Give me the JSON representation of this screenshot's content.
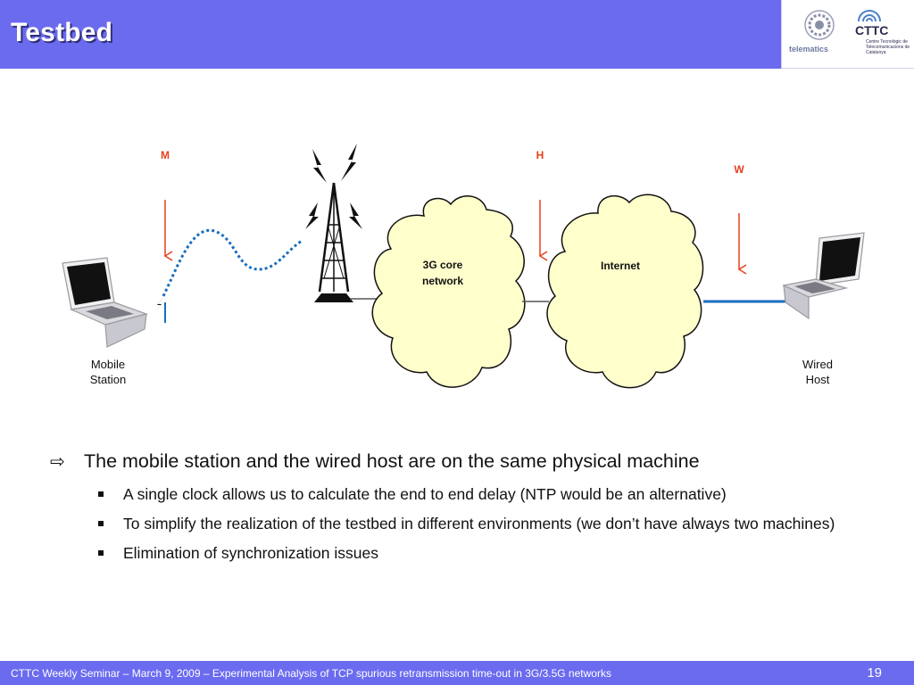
{
  "header": {
    "title": "Testbed"
  },
  "logos": {
    "telematics": "telematics",
    "cttc_word": "CTTC",
    "cttc_sub": "Centre Tecnològic de Telecomunicacions de Catalunya"
  },
  "diagram": {
    "mobile_station_line1": "Mobile",
    "mobile_station_line2": "Station",
    "wired_host_line1": "Wired",
    "wired_host_line2": "Host",
    "core_cloud_line1": "3G core",
    "core_cloud_line2": "network",
    "internet_cloud": "Internet",
    "marker_m": "M",
    "marker_h": "H",
    "marker_w": "W",
    "colors": {
      "marker": "#e8401c",
      "cloud_fill": "#ffffcc",
      "wired_link": "#1a6ebd",
      "wireless_link": "#1a6ebd"
    }
  },
  "bullets": {
    "main": "The mobile station and the wired host are on the same physical machine",
    "sub": [
      "A single clock allows us to calculate the end to end delay (NTP would be an alternative)",
      "To simplify the realization of the testbed in different environments (we don’t have always two machines)",
      "Elimination of synchronization issues"
    ]
  },
  "footer": {
    "text": "CTTC Weekly Seminar – March 9, 2009 – Experimental Analysis of TCP spurious retransmission time-out in 3G/3.5G networks",
    "page": "19"
  }
}
